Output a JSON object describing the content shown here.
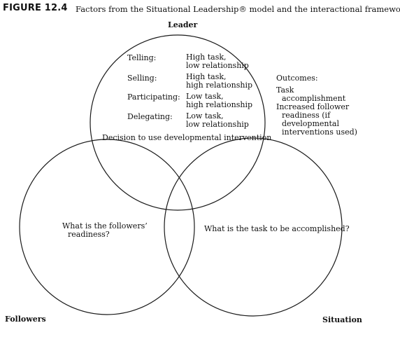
{
  "figure": {
    "label": "FIGURE 12.4",
    "caption": "Factors from the Situational Leadership® model and the interactional framework."
  },
  "circles": {
    "leader": "Leader",
    "followers": "Followers",
    "situation": "Situation"
  },
  "styles": {
    "telling": {
      "name": "Telling:",
      "line1": "High task,",
      "line2": "low relationship"
    },
    "selling": {
      "name": "Selling:",
      "line1": "High task,",
      "line2": "high relationship"
    },
    "participating": {
      "name": "Participating:",
      "line1": "Low task,",
      "line2": "high relationship"
    },
    "delegating": {
      "name": "Delegating:",
      "line1": "Low task,",
      "line2": "low relationship"
    }
  },
  "decision": "Decision to use developmental intervention",
  "outcomes": {
    "title": "Outcomes:",
    "task1": "Task",
    "task2": "accomplishment",
    "inc1": "Increased follower",
    "inc2": "readiness (if",
    "inc3": "developmental",
    "inc4": "interventions used)"
  },
  "questions": {
    "followers1": "What is the followers’",
    "followers2": "readiness?",
    "situation": "What is the task to be accomplished?"
  },
  "colors": {
    "stroke": "#1a1a1a",
    "background": "#ffffff"
  }
}
